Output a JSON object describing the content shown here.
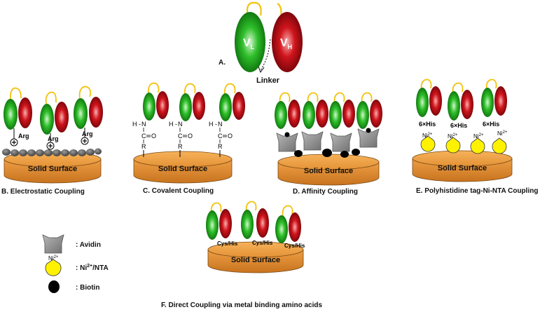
{
  "panel_a": {
    "letter": "A.",
    "vl_letter": "V",
    "vl_sub": "L",
    "vh_letter": "V",
    "vh_sub": "H",
    "linker_label": "Linker"
  },
  "panels": {
    "b": {
      "caption": "B. Electrostatic  Coupling",
      "surface": "Solid Surface",
      "tag": "Arg"
    },
    "c": {
      "caption": "C. Covalent  Coupling",
      "surface": "Solid Surface",
      "h_label": "H -",
      "n_label": "N",
      "c_label": "C",
      "o_label": "O",
      "r_label": "R"
    },
    "d": {
      "caption": "D. Affinity  Coupling",
      "surface": "Solid Surface"
    },
    "e": {
      "caption": "E. Polyhistidine tag-Ni-NTA Coupling",
      "surface": "Solid Surface",
      "tag": "6×His",
      "ni_label": "Ni",
      "ni_sup": "2+"
    },
    "f": {
      "caption": "F. Direct  Coupling via metal binding amino acids",
      "surface": "Solid Surface",
      "tag": "Cys/His"
    }
  },
  "legend": {
    "avidin": ": Avidin",
    "ni_prefix": ": Ni",
    "ni_sup": "2+",
    "ni_suffix": "/NTA",
    "biotin": ": Biotin",
    "ni_icon_label": "Ni",
    "ni_icon_sup": "2+"
  },
  "colors": {
    "vl_green": "#1ea51e",
    "vh_red": "#c8141e",
    "linker_yellow": "#f2c20c",
    "surface_orange": "#e8953a",
    "avidin_gray": "#8c8c8c",
    "nta_yellow": "#fff200"
  }
}
